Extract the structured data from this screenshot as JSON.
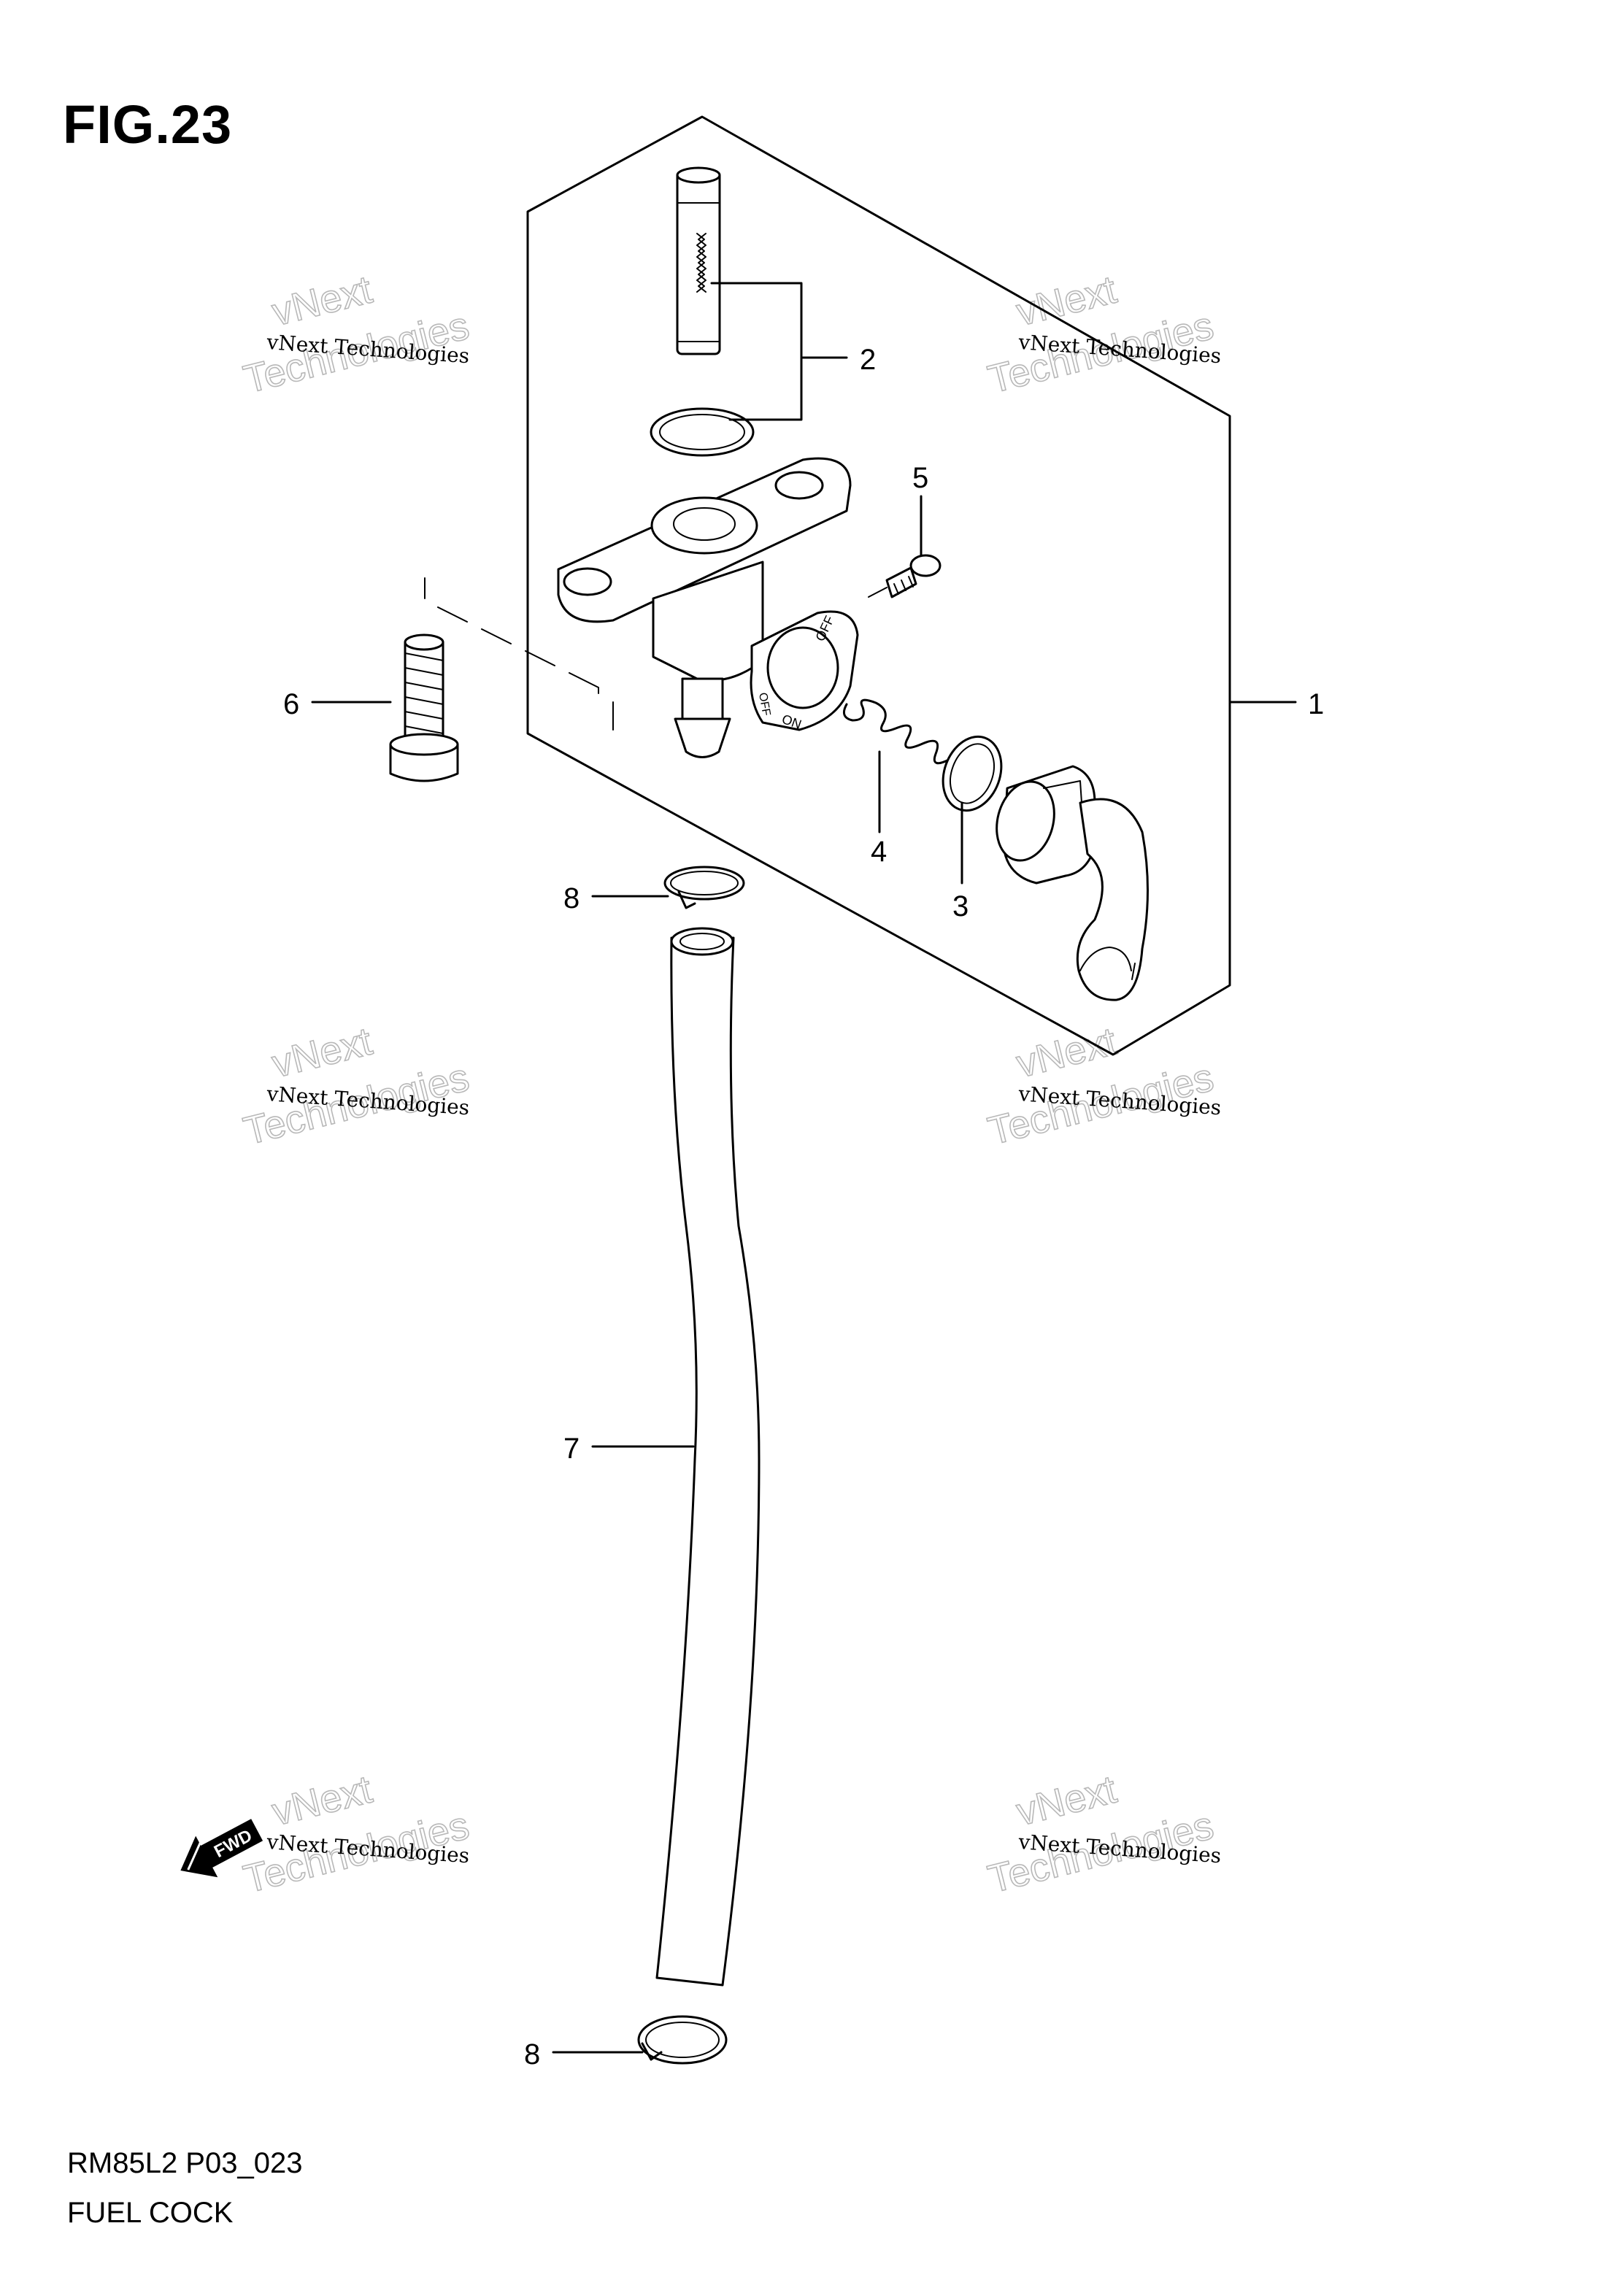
{
  "figure": {
    "title": "FIG.23",
    "model_code": "RM85L2 P03_023",
    "section_name": "FUEL COCK"
  },
  "callouts": [
    {
      "id": "c1",
      "number": "1"
    },
    {
      "id": "c2",
      "number": "2"
    },
    {
      "id": "c3",
      "number": "3"
    },
    {
      "id": "c4",
      "number": "4"
    },
    {
      "id": "c5",
      "number": "5"
    },
    {
      "id": "c6",
      "number": "6"
    },
    {
      "id": "c7",
      "number": "7"
    },
    {
      "id": "c8a",
      "number": "8"
    },
    {
      "id": "c8b",
      "number": "8"
    }
  ],
  "watermark": {
    "line1": "vNext Technologies",
    "big_word": "vNext",
    "big_word2": "Technologies"
  },
  "direction_marker": {
    "label": "FWD"
  },
  "valve_markings": {
    "off": "OFF",
    "on": "ON"
  }
}
